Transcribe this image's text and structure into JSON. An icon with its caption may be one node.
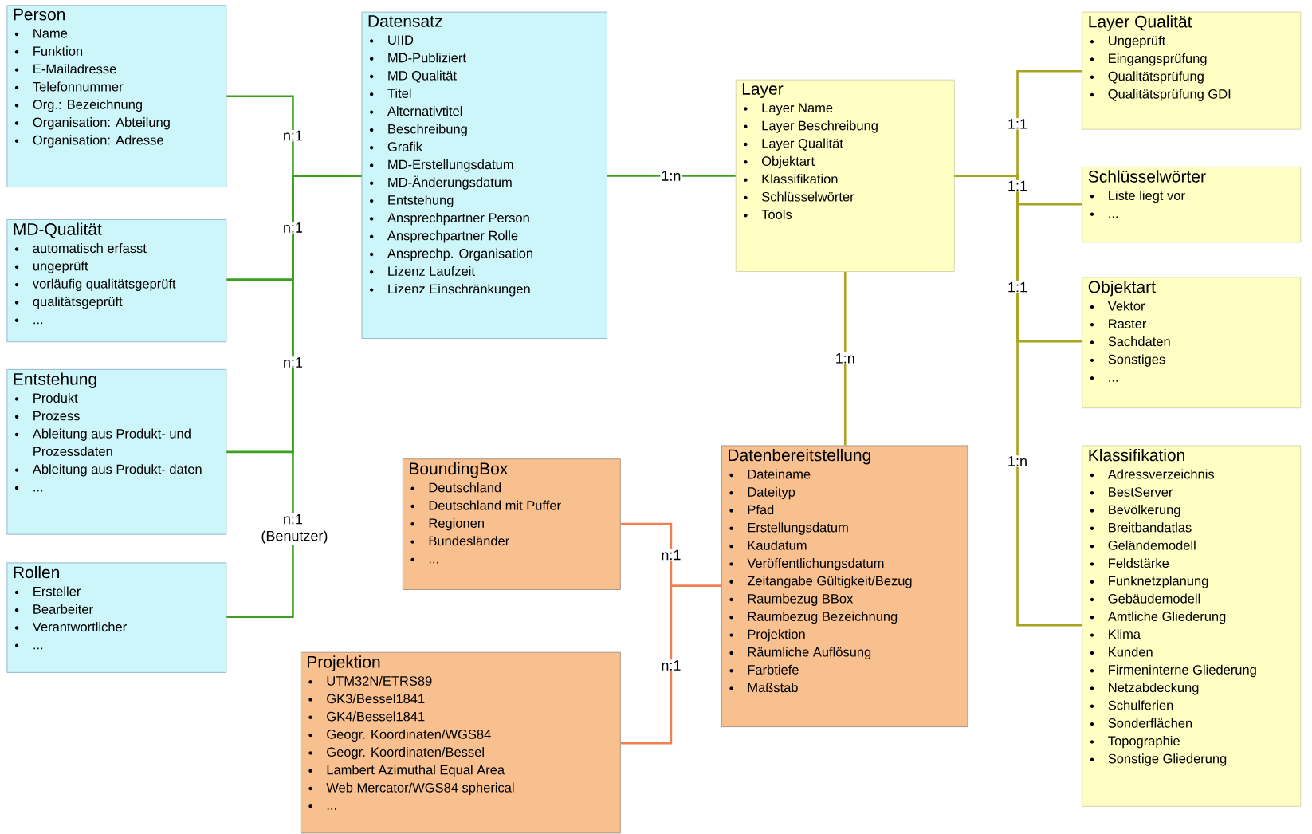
{
  "diagram": {
    "nodes": [
      {
        "text": [
          "Person",
          "Name",
          "Funktion",
          "E-Mailadresse",
          "Telefonnummer",
          "Org.: Bezeichnung",
          "Organisation: Abteilung",
          "Organisation: Adresse"
        ]
      },
      {
        "text": [
          "MD-Qualität",
          "automatisch erfasst",
          "ungeprüft",
          "vorläufig qualitätsgeprüft",
          "qualitätsgeprüft",
          "..."
        ]
      },
      {
        "text": [
          "Entstehung",
          "Produkt",
          "Prozess",
          "Ableitung aus Produkt- und Prozessdaten",
          "Ableitung aus Produkt- daten",
          "..."
        ]
      },
      {
        "text": [
          "Rollen",
          "Ersteller",
          "Bearbeiter",
          "Verantwortlicher",
          "..."
        ]
      },
      {
        "text": [
          "Datensatz",
          "UIID",
          "MD-Publiziert",
          "MD Qualität",
          "Titel",
          "Alternativtitel",
          "Beschreibung",
          "Grafik",
          "MD-Erstellungsdatum",
          "MD-Änderungsdatum",
          "Entstehung",
          "Ansprechpartner Person",
          "Ansprechpartner Rolle",
          "Ansprechp. Organisation",
          "Lizenz Laufzeit",
          "Lizenz Einschränkungen"
        ]
      },
      {
        "text": [
          "Layer",
          "Layer Name",
          "Layer Beschreibung",
          "Layer Qualität",
          "Objektart",
          "Klassifikation",
          "Schlüsselwörter",
          "Tools"
        ]
      },
      {
        "text": [
          "Layer Qualität",
          "Ungeprüft",
          "Eingangsprüfung",
          "Qualitätsprüfung",
          "Qualitätsprüfung GDI"
        ]
      },
      {
        "text": [
          "Schlüsselwörter",
          "Liste liegt vor",
          "..."
        ]
      },
      {
        "text": [
          "Objektart",
          "Vektor",
          "Raster",
          "Sachdaten",
          "Sonstiges",
          "..."
        ]
      },
      {
        "text": [
          "Klassifikation",
          "Adressverzeichnis",
          "BestServer",
          "Bevölkerung",
          "Breitbandatlas",
          "Geländemodell",
          "Feldstärke",
          "Funknetzplanung",
          "Gebäudemodell",
          "Amtliche Gliederung",
          "Klima",
          "Kunden",
          "Firmeninterne Gliederung",
          "Netzabdeckung",
          "Schulferien",
          "Sonderflächen",
          "Topographie",
          "Sonstige Gliederung"
        ]
      },
      {
        "text": [
          "BoundingBox",
          "Deutschland",
          "Deutschland mit Puffer",
          "Regionen",
          "Bundesländer",
          "..."
        ]
      },
      {
        "text": [
          "Projektion",
          "UTM32N/ETRS89",
          "GK3/Bessel1841",
          "GK4/Bessel1841",
          "Geogr. Koordinaten/WGS84",
          "Geogr. Koordinaten/Bessel",
          "Lambert Azimuthal Equal Area",
          "Web Mercator/WGS84 spherical",
          "..."
        ]
      },
      {
        "text": [
          "Datenbereitstellung",
          "Dateiname",
          "Dateityp",
          "Pfad",
          "Erstellungsdatum",
          "Kaudatum",
          "Veröffentlichungsdatum",
          "Zeitangabe Gültigkeit/Bezug",
          "Raumbezug BBox",
          "Raumbezug Bezeichnung",
          "Projektion",
          "Räumliche Auflösung",
          "Farbtiefe",
          "Maßstab"
        ]
      }
    ],
    "edges": [
      {
        "from": 0,
        "to": 4,
        "arrow": "none",
        "label": "n:1",
        "color": "#3aa020"
      },
      {
        "from": 1,
        "to": 4,
        "arrow": "none",
        "label": "n:1",
        "color": "#3aa020"
      },
      {
        "from": 2,
        "to": 4,
        "arrow": "none",
        "label": "n:1",
        "color": "#3aa020"
      },
      {
        "from": 3,
        "to": 4,
        "arrow": "none",
        "label": "n:1 (Benutzer)",
        "color": "#3aa020"
      },
      {
        "from": 4,
        "to": 5,
        "arrow": "none",
        "label": "1:n",
        "color": "#3aa020"
      },
      {
        "from": 5,
        "to": 6,
        "arrow": "none",
        "label": "1:1",
        "color": "#a8a420"
      },
      {
        "from": 5,
        "to": 7,
        "arrow": "none",
        "label": "1:1",
        "color": "#a8a420"
      },
      {
        "from": 5,
        "to": 8,
        "arrow": "none",
        "label": "1:1",
        "color": "#a8a420"
      },
      {
        "from": 5,
        "to": 9,
        "arrow": "none",
        "label": "1:n",
        "color": "#a8a420"
      },
      {
        "from": 5,
        "to": 12,
        "arrow": "none",
        "label": "1:n",
        "color": "#a8a420"
      },
      {
        "from": 12,
        "to": 10,
        "arrow": "none",
        "label": "n:1",
        "color": "#f08050"
      },
      {
        "from": 12,
        "to": 11,
        "arrow": "none",
        "label": "n:1",
        "color": "#f08050"
      }
    ]
  }
}
